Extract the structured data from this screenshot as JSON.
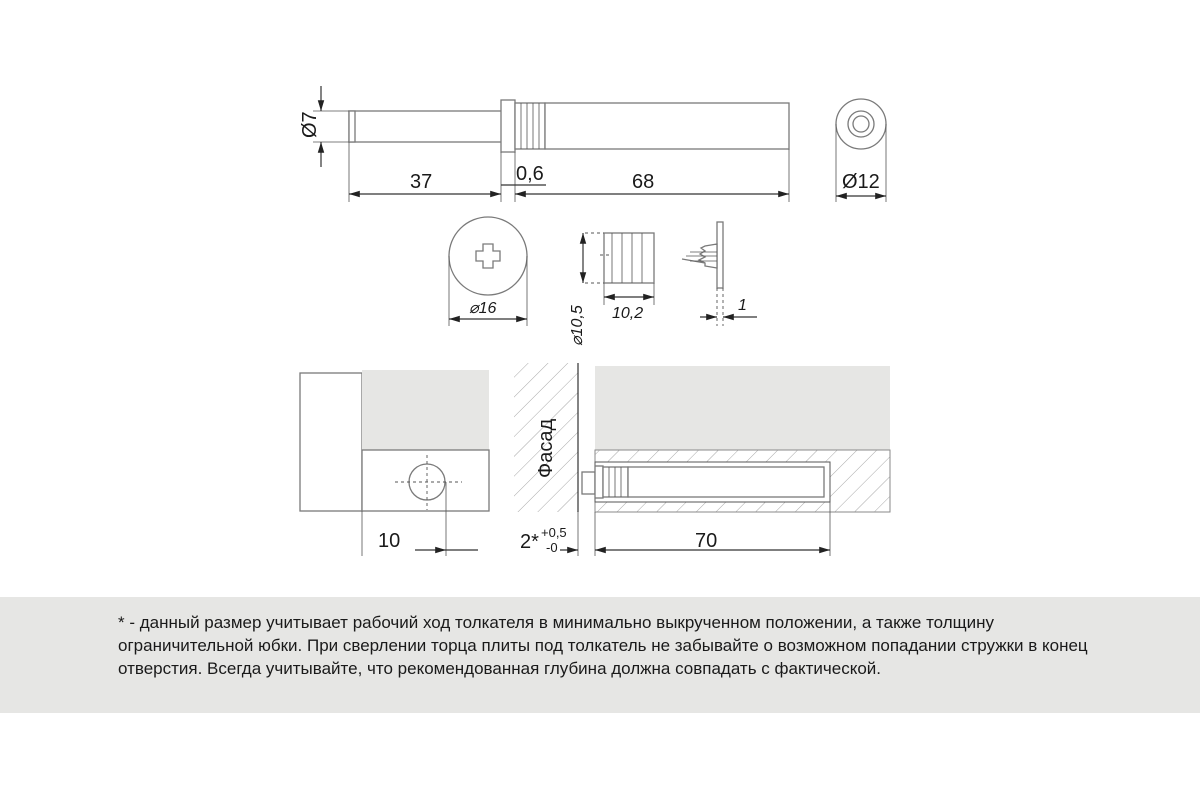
{
  "labels": {
    "d7": "Ø7",
    "d37": "37",
    "d06": "0,6",
    "d68": "68",
    "d12": "Ø12",
    "d16": "⌀16",
    "d105": "⌀10,5",
    "d102": "10,2",
    "d1": "1",
    "facade": "Фасад",
    "d10": "10",
    "d2": "2*",
    "tol_plus": "+0,5",
    "tol_minus": "-0",
    "d70": "70"
  },
  "footnote": "* - данный размер учитывает рабочий ход толкателя в минимально выкрученном положении, а также толщину ограничительной юбки. При сверлении торца плиты под толкатель не забывайте о возможном попадании стружки в конец отверстия. Всегда учитывайте, что рекомендованная глубина должна совпадать с фактической."
}
